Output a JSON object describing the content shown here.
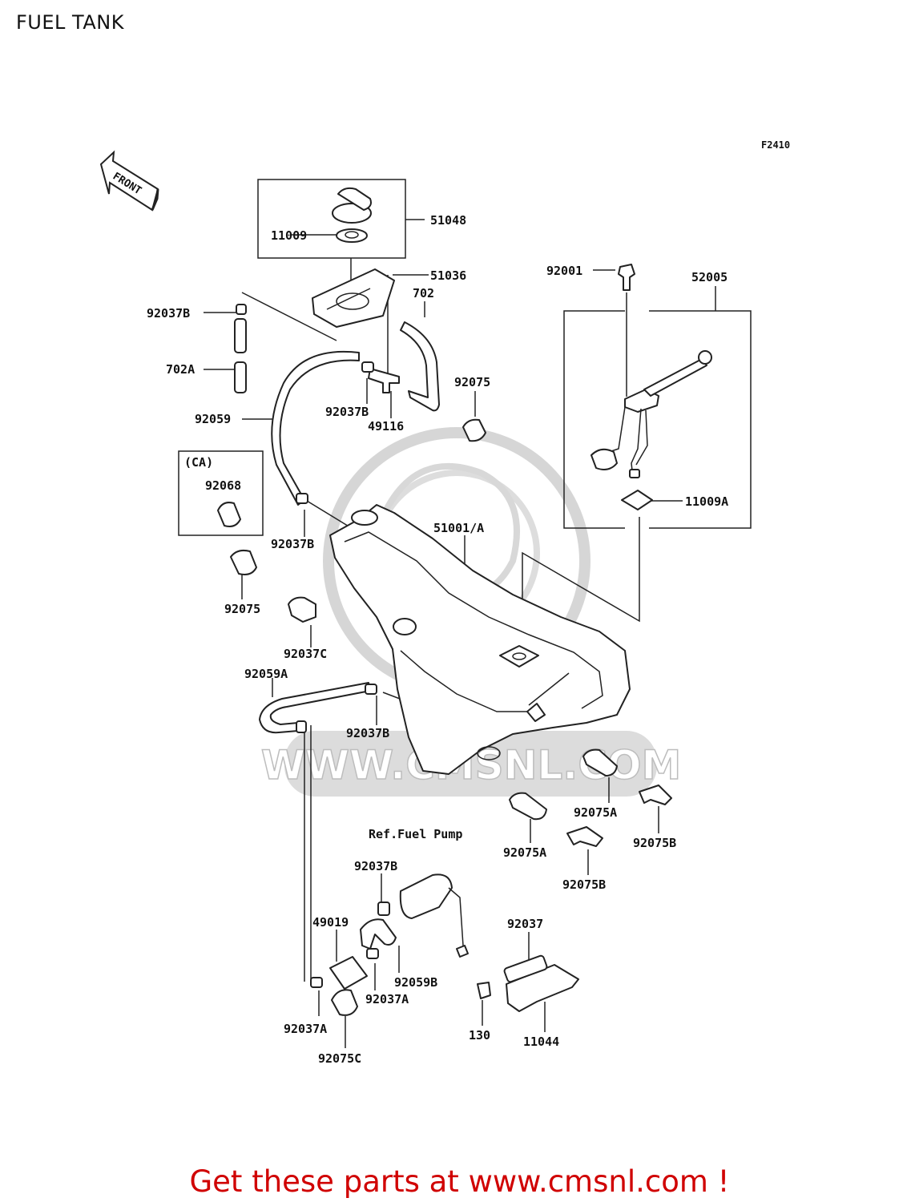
{
  "page": {
    "title": "FUEL TANK"
  },
  "diagram": {
    "figure_code": "F2410",
    "front_label": "FRONT",
    "watermark": {
      "text": "WWW.CMSNL.COM"
    },
    "region_note": "(CA)",
    "note_ref_fuel_pump": "Ref.Fuel Pump",
    "part_labels": [
      "51048",
      "11009",
      "51036",
      "702",
      "92037B",
      "702A",
      "92037B",
      "49116",
      "92075",
      "92059",
      "92068",
      "92037B",
      "92075",
      "92037C",
      "92059A",
      "92037B",
      "51001/A",
      "92001",
      "52005",
      "11009A",
      "92075A",
      "92075A",
      "92075B",
      "92075B",
      "92037B",
      "49019",
      "92059B",
      "92037A",
      "92037A",
      "92075C",
      "92037",
      "130",
      "11044"
    ]
  },
  "footer": {
    "banner": "Get these parts at www.cmsnl.com !"
  }
}
